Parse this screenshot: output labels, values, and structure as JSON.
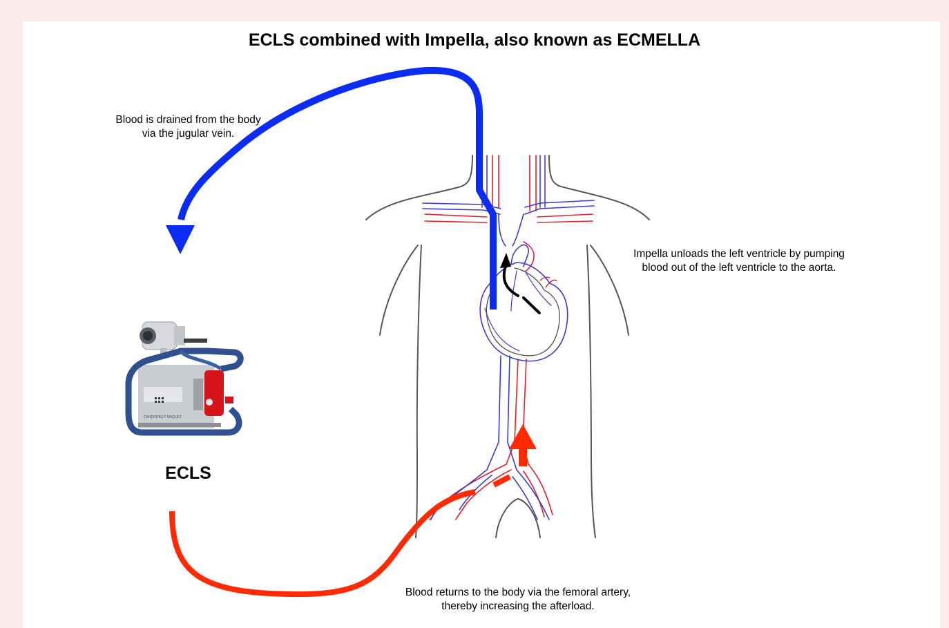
{
  "title": "ECLS combined with Impella, also known as ECMELLA",
  "annotations": {
    "drain_line1": "Blood is drained from the body",
    "drain_line2": "via the jugular vein.",
    "impella_line1": "Impella unloads the left ventricle by pumping",
    "impella_line2": "blood out of the left ventricle to the aorta.",
    "return_line1": "Blood returns to the body via the femoral artery,",
    "return_line2": "thereby increasing the afterload."
  },
  "device": {
    "label": "ECLS",
    "brand_text": "CARDIOHELP MAQUET"
  },
  "colors": {
    "page_background": "#fcebeb",
    "panel": "#ffffff",
    "venous_cannula": "#0a2cf5",
    "arterial_cannula": "#ff2a00",
    "body_outline": "#555555",
    "veins": "#3a3ad0",
    "arteries": "#e0202a",
    "device_frame": "#2f4f8f",
    "device_pump": "#d8141b"
  }
}
